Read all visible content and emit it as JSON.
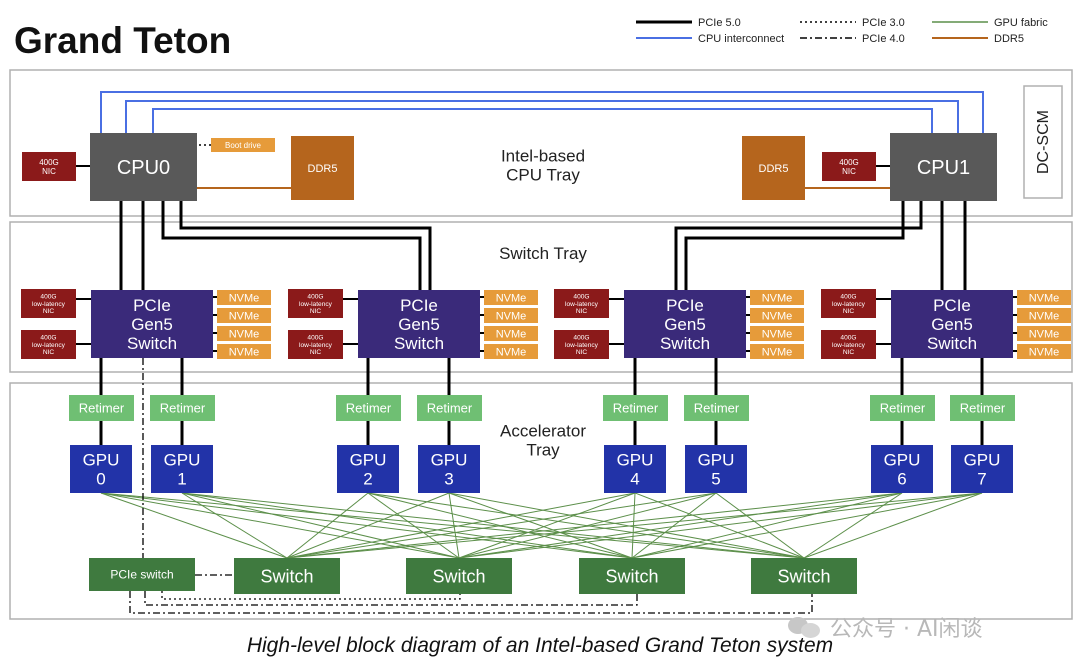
{
  "title": "Grand Teton",
  "caption": "High-level block diagram of an Intel-based Grand Teton system",
  "watermark": "公众号 · AI闲谈",
  "colors": {
    "pcie5": "#000000",
    "cpu_interconnect": "#4a6fe3",
    "gpu_fabric": "#5c8f4a",
    "ddr5": "#b5651d",
    "cpu": "#595959",
    "nic": "#8b1a1a",
    "switch": "#3a2a7a",
    "nvme": "#e69b3a",
    "retimer": "#6fbf73",
    "gpu": "#2233a8",
    "fabric_switch": "#3f7a3f",
    "tray_border": "#b0b0b0"
  },
  "legend": [
    {
      "label": "PCIe 5.0",
      "style": "solid-black"
    },
    {
      "label": "CPU interconnect",
      "style": "solid-blue"
    },
    {
      "label": "PCIe 3.0",
      "style": "dotted-black"
    },
    {
      "label": "PCIe 4.0",
      "style": "dashdot-black"
    },
    {
      "label": "GPU fabric",
      "style": "solid-green"
    },
    {
      "label": "DDR5",
      "style": "solid-brown"
    }
  ],
  "trays": {
    "cpu": "Intel-based\nCPU Tray",
    "switch": "Switch Tray",
    "accelerator": "Accelerator\nTray",
    "dcscm": "DC-SCM"
  },
  "cpu_tray": {
    "cpu0": "CPU0",
    "cpu1": "CPU1",
    "ddr5": "DDR5",
    "nic_400g": "400G\nNIC",
    "boot_drive": "Boot drive"
  },
  "switch_tray": {
    "switch_label": "PCIe\nGen5\nSwitch",
    "nvme": "NVMe",
    "nic_low_latency": "400G\nlow-latency\nNIC"
  },
  "accelerator_tray": {
    "retimer": "Retimer",
    "gpus": [
      "GPU\n0",
      "GPU\n1",
      "GPU\n2",
      "GPU\n3",
      "GPU\n4",
      "GPU\n5",
      "GPU\n6",
      "GPU\n7"
    ],
    "fabric_switches": [
      "Switch",
      "Switch",
      "Switch",
      "Switch"
    ],
    "pcie_switch": "PCIe switch"
  }
}
